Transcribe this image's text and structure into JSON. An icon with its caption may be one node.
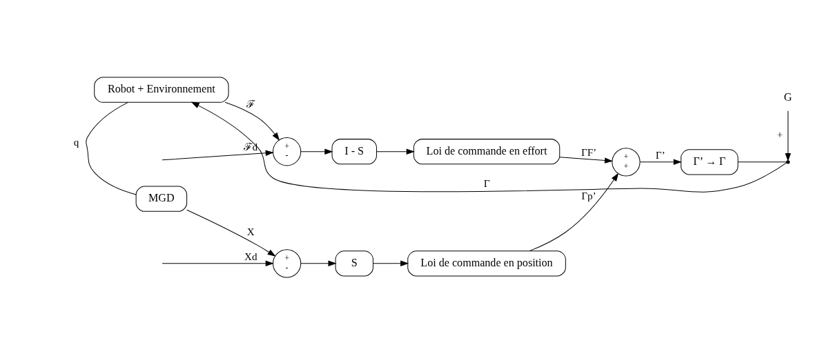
{
  "diagram": {
    "nodes": [
      {
        "text": [
          "+",
          "-"
        ]
      },
      {
        "text": [
          "S"
        ]
      },
      {
        "text": [
          "Loi de commande en position"
        ]
      },
      {
        "text": [
          "MGD"
        ]
      },
      {
        "text": [
          "+",
          "+"
        ]
      },
      {
        "text": [
          "Γ’ → Γ"
        ]
      },
      {
        "text": [
          "Robot + Environnement"
        ]
      },
      {
        "text": [],
        "shape": "point"
      },
      {
        "text": [
          "G"
        ]
      },
      {
        "text": [
          "+",
          "-"
        ]
      },
      {
        "text": [
          "I - S"
        ]
      },
      {
        "text": [
          "Loi de commande en effort"
        ]
      }
    ],
    "edges": [
      {
        "from": null,
        "to": 0,
        "arrow": "to",
        "label": "Xd"
      },
      {
        "from": 0,
        "to": 1,
        "arrow": "to"
      },
      {
        "from": 1,
        "to": 2,
        "arrow": "to"
      },
      {
        "from": 2,
        "to": 4,
        "arrow": "to",
        "label": "Γp’"
      },
      {
        "from": 4,
        "to": 5,
        "arrow": "to",
        "label": "Γ’"
      },
      {
        "from": 5,
        "to": 7,
        "arrow": "none"
      },
      {
        "from": 7,
        "to": 6,
        "arrow": "to",
        "label": "Γ"
      },
      {
        "from": 8,
        "to": 7,
        "arrow": "to",
        "label": "+"
      },
      {
        "from": 6,
        "to": 3,
        "arrow": "none",
        "label": "q"
      },
      {
        "from": 3,
        "to": 0,
        "arrow": "to",
        "label": "X"
      },
      {
        "from": null,
        "to": 9,
        "arrow": "to",
        "label": "ℱd"
      },
      {
        "from": 9,
        "to": 10,
        "arrow": "to"
      },
      {
        "from": 10,
        "to": 11,
        "arrow": "to"
      },
      {
        "from": 11,
        "to": 4,
        "arrow": "to",
        "label": "ΓF’"
      },
      {
        "from": 6,
        "to": 9,
        "arrow": "to",
        "label": "ℱ"
      }
    ]
  }
}
